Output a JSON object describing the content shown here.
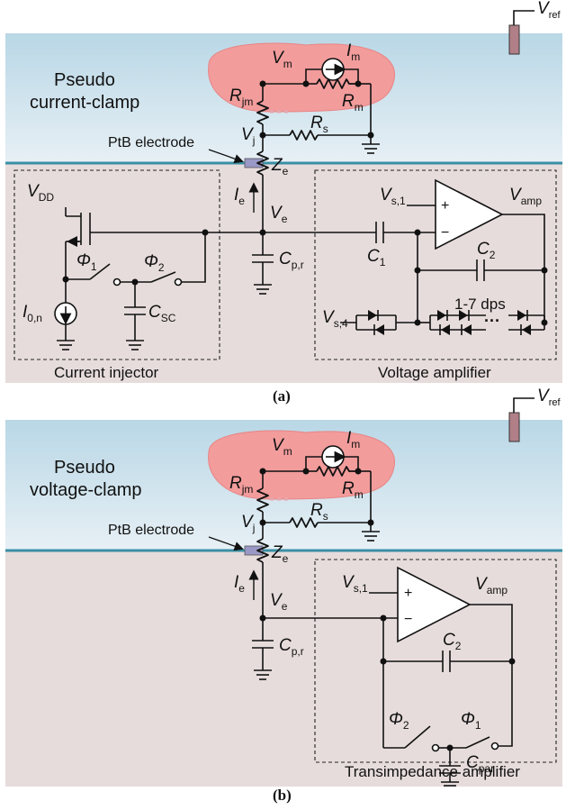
{
  "panel_a": {
    "caption": "(a)",
    "region_title_1": "Pseudo",
    "region_title_2": "current-clamp",
    "electrode_label": "PtB electrode",
    "vref": {
      "main": "V",
      "sub": "ref"
    },
    "vm": {
      "main": "V",
      "sub": "m"
    },
    "im": {
      "main": "I",
      "sub": "m"
    },
    "rjm": {
      "main": "R",
      "sub": "jm"
    },
    "rm": {
      "main": "R",
      "sub": "m"
    },
    "rs": {
      "main": "R",
      "sub": "s"
    },
    "vj": {
      "main": "V",
      "sub": "j"
    },
    "ze": {
      "main": "Z",
      "sub": "e"
    },
    "ie": {
      "main": "I",
      "sub": "e"
    },
    "ve": {
      "main": "V",
      "sub": "e"
    },
    "vdd": {
      "main": "V",
      "sub": "DD"
    },
    "phi1": {
      "main": "Φ",
      "sub": "1"
    },
    "phi2": {
      "main": "Φ",
      "sub": "2"
    },
    "i0n": {
      "main": "I",
      "sub": "0,n"
    },
    "csc": {
      "main": "C",
      "sub": "SC"
    },
    "cpr": {
      "main": "C",
      "sub": "p,r"
    },
    "c1": {
      "main": "C",
      "sub": "1"
    },
    "c2": {
      "main": "C",
      "sub": "2"
    },
    "vs1": {
      "main": "V",
      "sub": "s,1"
    },
    "vs4": {
      "main": "V",
      "sub": "s,4"
    },
    "vamp": {
      "main": "V",
      "sub": "amp"
    },
    "plus": "+",
    "minus": "−",
    "dps": "1-7 dps",
    "ellipsis": "···",
    "box_left": "Current injector",
    "box_right": "Voltage amplifier"
  },
  "panel_b": {
    "caption": "(b)",
    "region_title_1": "Pseudo",
    "region_title_2": "voltage-clamp",
    "electrode_label": "PtB electrode",
    "vref": {
      "main": "V",
      "sub": "ref"
    },
    "vm": {
      "main": "V",
      "sub": "m"
    },
    "im": {
      "main": "I",
      "sub": "m"
    },
    "rjm": {
      "main": "R",
      "sub": "jm"
    },
    "rm": {
      "main": "R",
      "sub": "m"
    },
    "rs": {
      "main": "R",
      "sub": "s"
    },
    "vj": {
      "main": "V",
      "sub": "j"
    },
    "ze": {
      "main": "Z",
      "sub": "e"
    },
    "ie": {
      "main": "I",
      "sub": "e"
    },
    "ve": {
      "main": "V",
      "sub": "e"
    },
    "cpr": {
      "main": "C",
      "sub": "p,r"
    },
    "vs1": {
      "main": "V",
      "sub": "s,1"
    },
    "vamp": {
      "main": "V",
      "sub": "amp"
    },
    "c2": {
      "main": "C",
      "sub": "2"
    },
    "phi1": {
      "main": "Φ",
      "sub": "1"
    },
    "phi2": {
      "main": "Φ",
      "sub": "2"
    },
    "cpar": {
      "main": "C",
      "sub": "par"
    },
    "plus": "+",
    "minus": "−",
    "box": "Transimpedance amplifier"
  },
  "colors": {
    "bath_top": "#b9d7e6",
    "bath_bottom": "#e7f0f5",
    "tissue": "#e7dcdc",
    "cell_fill": "#f29c9c",
    "cell_edge": "#e88585",
    "electrode_line": "#3a8fa5",
    "electrode_tip": "#9a98c6",
    "vref_electrode": "#b17f87"
  }
}
